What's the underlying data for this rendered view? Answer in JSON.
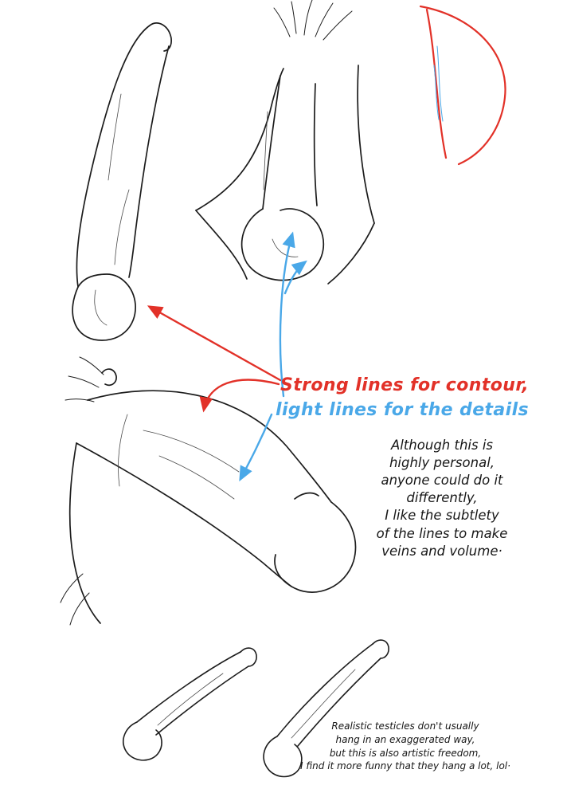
{
  "page": {
    "background": "#ffffff",
    "kind": "hand-drawn art tutorial page with annotations"
  },
  "colors": {
    "ink": "#1c1c1c",
    "light_line": "#4a4a4a",
    "contour_red": "#e23128",
    "details_blue": "#4aa8e8"
  },
  "annotations": {
    "contour_label": "Strong lines for contour,",
    "details_label": "light lines for the details"
  },
  "notes": {
    "personal_note": "Although this is\nhighly personal,\nanyone could do it\ndifferently,\nI like the subtlety\nof the lines to make\nveins and volume·",
    "bottom_note": "Realistic testicles don't usually\nhang in an exaggerated way,\nbut this is also artistic freedom,\nI find it more funny that they hang a lot, lol·"
  },
  "figures": [
    "sketch-top-left",
    "sketch-figure-back",
    "red-contour-outline",
    "sketch-large-middle",
    "sketch-bottom-left",
    "sketch-bottom-right"
  ]
}
